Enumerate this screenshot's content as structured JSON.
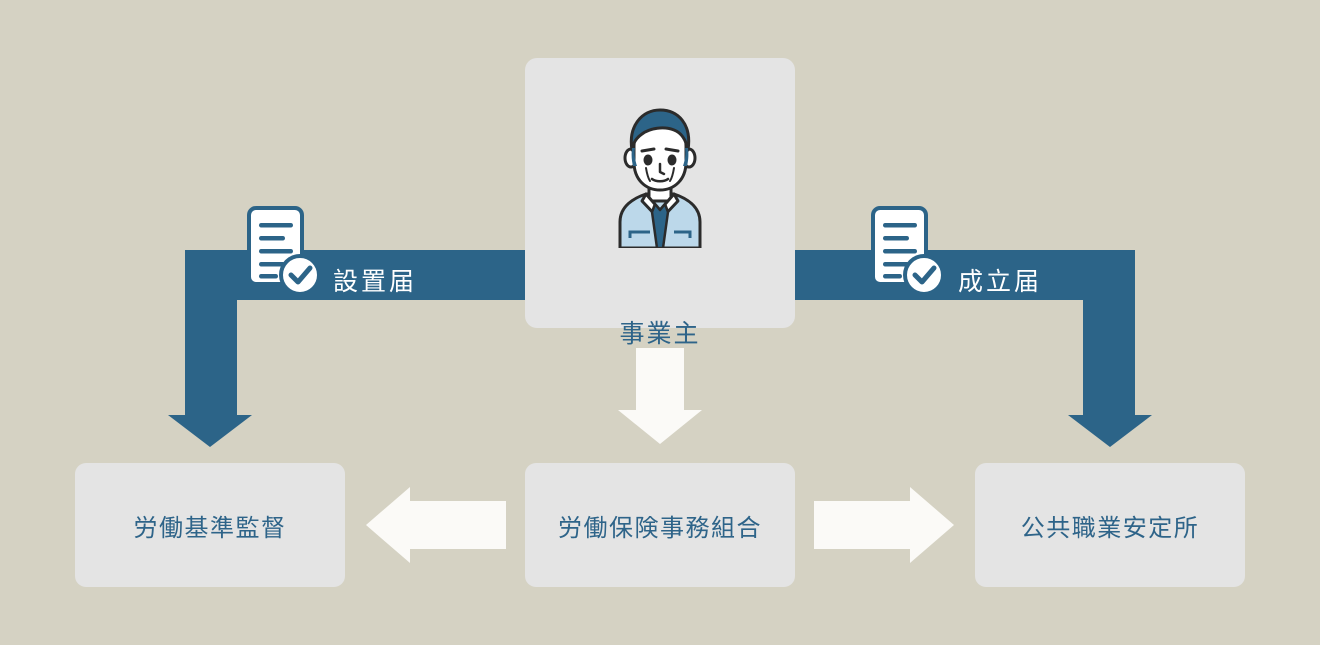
{
  "diagram": {
    "background_color": "#d5d2c3",
    "accent_blue": "#2c6488",
    "card_gray": "#e4e4e4",
    "text_blue": "#2e6489",
    "arrow_ivory": "#fbfaf7"
  },
  "center": {
    "label": "事業主",
    "illustration_name": "business-owner-portrait"
  },
  "flows": [
    {
      "id": "left",
      "label": "設置届",
      "icon": "document-check-icon",
      "target": "労働基準監督"
    },
    {
      "id": "right",
      "label": "成立届",
      "icon": "document-check-icon",
      "target": "公共職業安定所"
    }
  ],
  "organizations": [
    {
      "id": "labor-standards",
      "label": "労働基準監督"
    },
    {
      "id": "labor-insurance-association",
      "label": "労働保険事務組合"
    },
    {
      "id": "public-employment-office",
      "label": "公共職業安定所"
    }
  ],
  "arrows": {
    "center_down": "arrow-down",
    "center_to_left": "arrow-left",
    "center_to_right": "arrow-right",
    "blue_left": "elbow-arrow-down-left",
    "blue_right": "elbow-arrow-down-right"
  }
}
